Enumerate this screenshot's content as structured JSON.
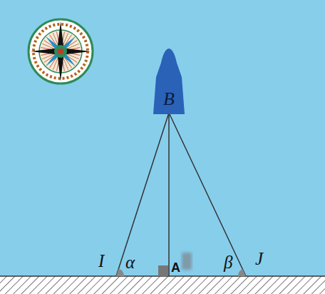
{
  "diagram": {
    "nodes": [
      {
        "text": [
          "B"
        ]
      }
    ],
    "labels": [
      "I",
      "α",
      "A",
      "β",
      "J"
    ]
  }
}
